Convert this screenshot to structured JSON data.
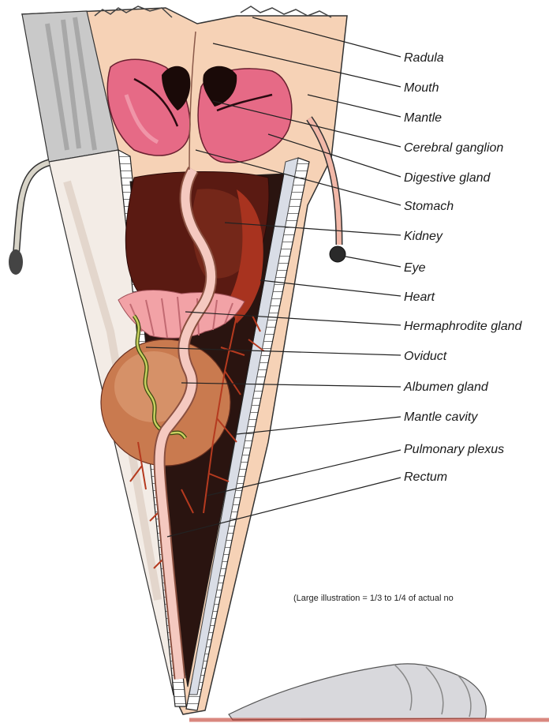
{
  "labels": {
    "radula": "Radula",
    "mouth": "Mouth",
    "mantle": "Mantle",
    "cerebral_ganglion": "Cerebral ganglion",
    "digestive_gland": "Digestive gland",
    "stomach": "Stomach",
    "kidney": "Kidney",
    "eye": "Eye",
    "heart": "Heart",
    "hermaphrodite_gland": "Hermaphrodite gland",
    "oviduct": "Oviduct",
    "albumen_gland": "Albumen gland",
    "mantle_cavity": "Mantle cavity",
    "pulmonary_plexus": "Pulmonary plexus",
    "rectum": "Rectum"
  },
  "note": "(Large illustration = 1/3 to 1/4 of actual no",
  "colors": {
    "flesh": "#f6d2b6",
    "digestive_gland": "#e66a86",
    "dark_organ": "#5a1a12",
    "body_dark": "#2a1410",
    "albumen": "#c97a4f",
    "shell_wall": "#d9dde6",
    "vessel": "#b53a1f"
  }
}
